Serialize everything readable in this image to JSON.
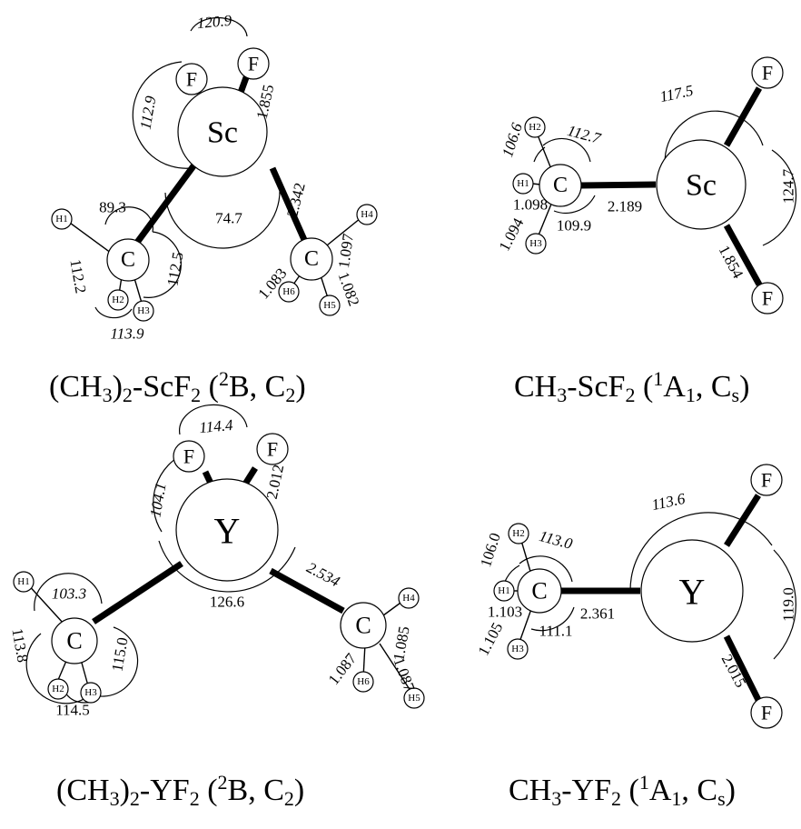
{
  "atoms": {
    "C": "C",
    "F": "F",
    "Sc": "Sc",
    "Y": "Y",
    "H1": "H1",
    "H2": "H2",
    "H3": "H3",
    "H4": "H4",
    "H5": "H5",
    "H6": "H6"
  },
  "panel1": {
    "angles": {
      "F_Sc_F": "120.9",
      "F_Sc_C": "112.9",
      "C_Sc_C": "74.7",
      "H1_C_H2": "89.3",
      "H1_C_H3": "112.2",
      "H2_C_H3": "113.9",
      "C_H_angle": "112.5"
    },
    "bonds": {
      "Sc_F": "1.855",
      "Sc_C": "2.342",
      "C_H4": "1.097",
      "C_H6": "1.083",
      "C_H5": "1.082"
    },
    "caption": {
      "p1": "(CH",
      "s1": "3",
      "p2": ")",
      "s2": "2",
      "p3": "-ScF",
      "s3": "2",
      "p4": " (",
      "u1": "2",
      "p5": "B, C",
      "s4": "2",
      "p6": ")"
    }
  },
  "panel2": {
    "angles": {
      "F_Sc_C": "117.5",
      "F_Sc_F": "124.7",
      "H2_C_Sc": "112.7",
      "H1_C_H2": "106.6",
      "H3_C_Sc": "109.9"
    },
    "bonds": {
      "C_H1": "1.098",
      "C_H3": "1.094",
      "Sc_C": "2.189",
      "Sc_F": "1.854"
    },
    "caption": {
      "p1": "CH",
      "s1": "3",
      "p2": "-ScF",
      "s2": "2",
      "p3": " (",
      "u1": "1",
      "p4": "A",
      "s3": "1",
      "p5": ", C",
      "s4": "s",
      "p6": ")"
    }
  },
  "panel3": {
    "angles": {
      "F_Y_F": "114.4",
      "F_Y_C": "104.1",
      "C_Y_C": "126.6",
      "H1_C_Y": "103.3",
      "H1_C_H2": "113.8",
      "H2_C_H3": "114.5",
      "H3_C_Y": "115.0"
    },
    "bonds": {
      "Y_F": "2.012",
      "Y_C": "2.534",
      "C_H4": "1.085",
      "C_H6": "1.087",
      "C_H5": "1.087"
    },
    "caption": {
      "p1": "(CH",
      "s1": "3",
      "p2": ")",
      "s2": "2",
      "p3": "-YF",
      "s3": "2",
      "p4": " (",
      "u1": "2",
      "p5": "B, C",
      "s4": "2",
      "p6": ")"
    }
  },
  "panel4": {
    "angles": {
      "F_Y_C": "113.6",
      "F_Y_F": "119.0",
      "H2_C_Y": "113.0",
      "H1_C_H2": "106.0",
      "H3_C_Y": "111.1"
    },
    "bonds": {
      "C_H1": "1.103",
      "C_H3": "1.105",
      "Y_C": "2.361",
      "Y_F": "2.015"
    },
    "caption": {
      "p1": "CH",
      "s1": "3",
      "p2": "-YF",
      "s2": "2",
      "p3": " (",
      "u1": "1",
      "p4": "A",
      "s3": "1",
      "p5": ", C",
      "s4": "s",
      "p6": ")"
    }
  }
}
